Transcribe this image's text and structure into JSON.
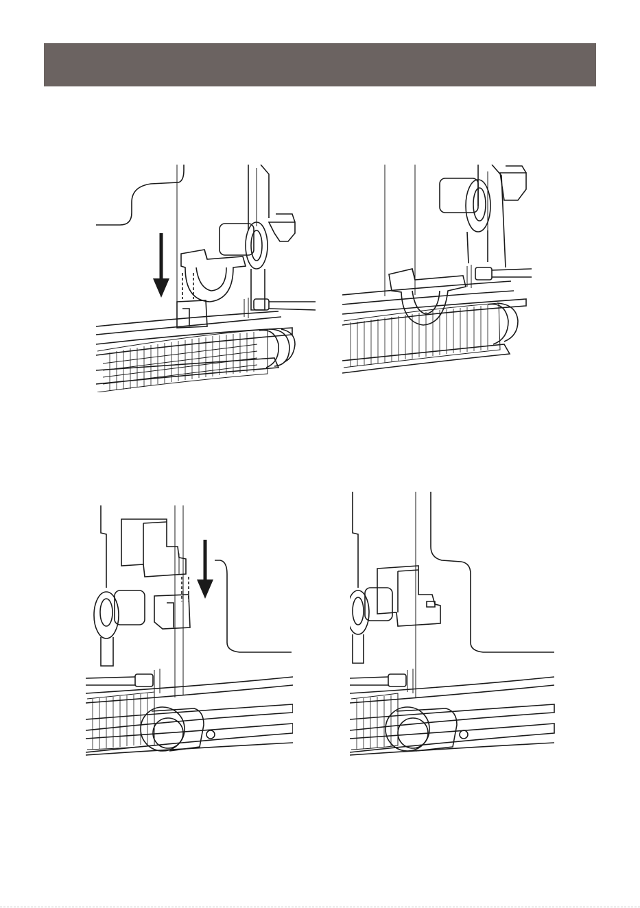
{
  "header": {
    "color": "#6b6361"
  },
  "illustrations": [
    {
      "id": "step-1",
      "icon": "down-arrow-icon"
    },
    {
      "id": "step-2"
    },
    {
      "id": "step-3",
      "icon": "down-arrow-icon"
    },
    {
      "id": "step-4"
    }
  ]
}
